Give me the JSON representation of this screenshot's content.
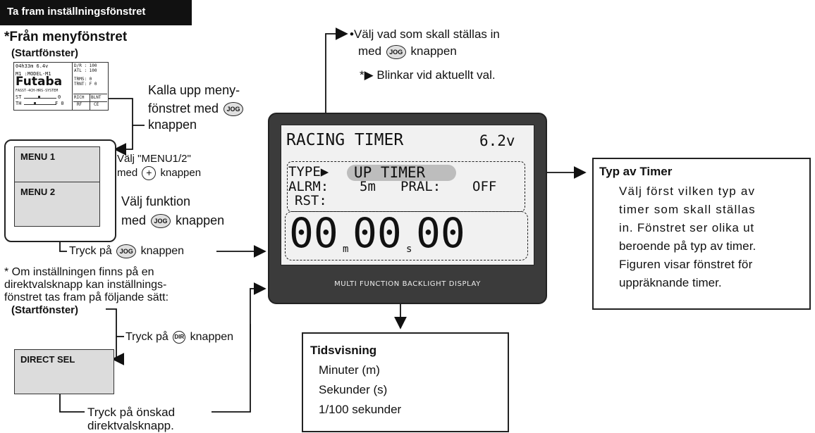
{
  "header_tab": "Ta fram inställningsfönstret",
  "from_menu_title": "*Från menyfönstret",
  "start_window_label": "(Startfönster)",
  "mini_screen": {
    "line1": "04h33m 6.4v",
    "line2": "M1 :MODEL-M1",
    "brand": "Futaba",
    "sub": "FASST-4CH-HRS-SYSTEM",
    "st": "ST",
    "th": "TH",
    "right_top": "D/R : 100\nATL : 100",
    "right_mid": "TRMS: 0\nTRNT: F 0",
    "st_value": "0",
    "th_value": "F 0",
    "grid_cells": [
      "RICH",
      "BLNT",
      "RF",
      "CE"
    ]
  },
  "call_menu": {
    "line1": "Kalla upp meny-",
    "line2_pre": "fönstret med",
    "line3": "knappen"
  },
  "jog_label": "JOG",
  "plus_label": "+",
  "dir_label": "DIR",
  "menu1": "MENU 1",
  "menu2": "MENU 2",
  "select_menu": {
    "line1": "Välj \"MENU1/2\"",
    "line2_pre": "med",
    "line2_post": "knappen"
  },
  "select_function": {
    "line1": "Välj funktion",
    "line2_pre": "med",
    "line2_post": "knappen"
  },
  "press_jog": {
    "pre": "Tryck på",
    "post": "knappen"
  },
  "note_direct": {
    "line1": "* Om inställningen finns på en",
    "line2": "direktvalsknapp kan inställnings-",
    "line3": "fönstret tas fram på följande sätt:"
  },
  "start_window_label2": "(Startfönster)",
  "press_dir": {
    "pre": "Tryck på",
    "post": "knappen"
  },
  "direct_sel": "DIRECT SEL",
  "press_direct": {
    "line1": "Tryck på önskad",
    "line2": "direktvalsknapp."
  },
  "choose_top": {
    "line1": "•Välj vad som skall ställas in",
    "line2_pre": "med",
    "line2_post": "knappen"
  },
  "blink_note": "*▶ Blinkar vid aktuellt val.",
  "lcd": {
    "title": "RACING TIMER",
    "voltage": "6.2v",
    "type_label": "TYPE▶",
    "type_value": "UP TIMER",
    "alrm_label": "ALRM:",
    "alrm_value": "5m",
    "pral_label": "PRAL:",
    "pral_value": "OFF",
    "rst_label": "RST:",
    "digits1": "00",
    "sep1": "m",
    "digits2": "00",
    "sep2": "s",
    "digits3": "00",
    "footer": "MULTI FUNCTION BACKLIGHT DISPLAY"
  },
  "timer_type_box": {
    "title": "Typ av Timer",
    "lines": [
      "Välj först vilken typ av",
      "timer som skall ställas",
      "in. Fönstret ser olika ut",
      "beroende på typ av timer.",
      "Figuren visar fönstret för",
      "uppräknande timer."
    ]
  },
  "time_display_box": {
    "title": "Tidsvisning",
    "lines": [
      "Minuter (m)",
      "Sekunder (s)",
      "1/100 sekunder"
    ]
  }
}
